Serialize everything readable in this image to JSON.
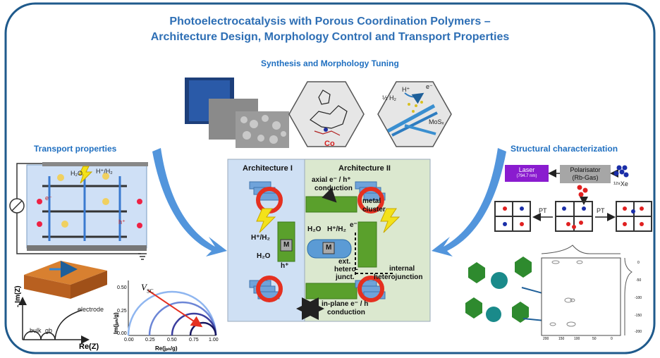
{
  "title_line1": "Photoelectrocatalysis with Porous Coordination Polymers –",
  "title_line2": "Architecture Design, Morphology Control and Transport Properties",
  "sections": {
    "synthesis": "Synthesis and Morphology Tuning",
    "transport": "Transport properties",
    "structural": "Structural characterization"
  },
  "synthesis_labels": {
    "cobalt": "Co",
    "h_plus": "H⁺",
    "e_minus": "e⁻",
    "half_h2": "½ H₂",
    "mos": "MoSₓ"
  },
  "center": {
    "arch1": "Architecture I",
    "arch2": "Architecture II",
    "axial_1": "axial e⁻ / h⁺",
    "axial_2": "conduction",
    "metal_1": "metal",
    "metal_2": "cluster",
    "h_h2": "H⁺/H₂",
    "h2o": "H₂O",
    "m": "M",
    "h_plus": "h⁺",
    "h2o_2": "H₂O",
    "h_h2_2": "H⁺/H₂",
    "e_minus": "e⁻",
    "ext_1": "ext.",
    "ext_2": "hetero-",
    "ext_3": "junct.",
    "internal_1": "internal",
    "internal_2": "heterojunction",
    "inplane_1": "in-plane e⁻ / h",
    "inplane_2": "conduction"
  },
  "transport": {
    "h2o": "H₂O",
    "h_h2": "H⁺/H₂",
    "e_minus": "e⁻",
    "h_plus": "h⁺",
    "im_label": "- Im(Z)",
    "re_label": "Re(Z)",
    "bulk": "bulk",
    "gb": "gb",
    "electrode": "electrode",
    "vsc": "V",
    "vsc_sub": "SC",
    "ylabel": "Im(jₚₕ/g)",
    "xlabel": "Re(jₚₕ/g)",
    "yticks": [
      "0.50",
      "0.25",
      "0.00"
    ],
    "xticks": [
      "0.00",
      "0.25",
      "0.50",
      "0.75",
      "1.00"
    ]
  },
  "structural": {
    "laser_1": "Laser",
    "laser_2": "(794.7 nm)",
    "pol_1": "Polarisator",
    "pol_2": "(Rb-Gas)",
    "xe": "¹²⁹Xe",
    "pt_left": "PT",
    "pt_right": "PT",
    "nmr_xticks": [
      "200",
      "150",
      "100",
      "50",
      "0"
    ],
    "nmr_yticks": [
      "0",
      "-50",
      "-100",
      "-150",
      "-200"
    ]
  },
  "colors": {
    "title": "#2e6fb5",
    "arch1_bg": "#cfe0f4",
    "arch2_bg": "#dbe8cf",
    "laser": "#8a1ccf",
    "arrow_blue": "#4a90d9",
    "ring_red": "#e53020",
    "green_block": "#5aa02c"
  }
}
